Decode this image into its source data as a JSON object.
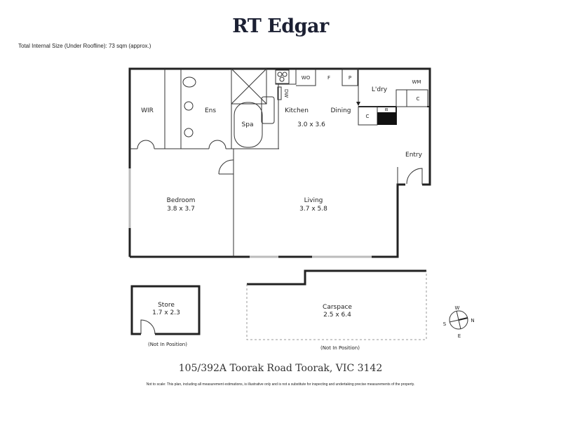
{
  "header": {
    "brand": "RT Edgar",
    "total_size": "Total Internal Size (Under Roofline): 73 sqm (approx.)"
  },
  "rooms": {
    "wir": "WIR",
    "ens": "Ens",
    "spa": "Spa",
    "dw": "DW",
    "wo": "WO",
    "f": "F",
    "p": "P",
    "kitchen": "Kitchen",
    "dining": "Dining",
    "kitchen_dims": "3.0 x 3.6",
    "laundry": "L'dry",
    "wm": "WM",
    "c1": "C",
    "c2": "C",
    "ib": "IB",
    "entry": "Entry",
    "bedroom": "Bedroom",
    "bedroom_dims": "3.8 x 3.7",
    "living": "Living",
    "living_dims": "3.7 x 5.8",
    "store": "Store",
    "store_dims": "1.7 x 2.3",
    "store_note": "(Not In Position)",
    "carspace": "Carspace",
    "carspace_dims": "2.5 x 6.4",
    "carspace_note": "(Not In Position)"
  },
  "compass": {
    "w": "W",
    "n": "N",
    "s": "S",
    "e": "E"
  },
  "footer": {
    "address": "105/392A Toorak Road Toorak, VIC 3142",
    "disclaimer": "Not to scale: This plan, including all measurement estimations, is illustrative only and is not a substitute for inspecting and undertaking precise measurements of the property."
  }
}
